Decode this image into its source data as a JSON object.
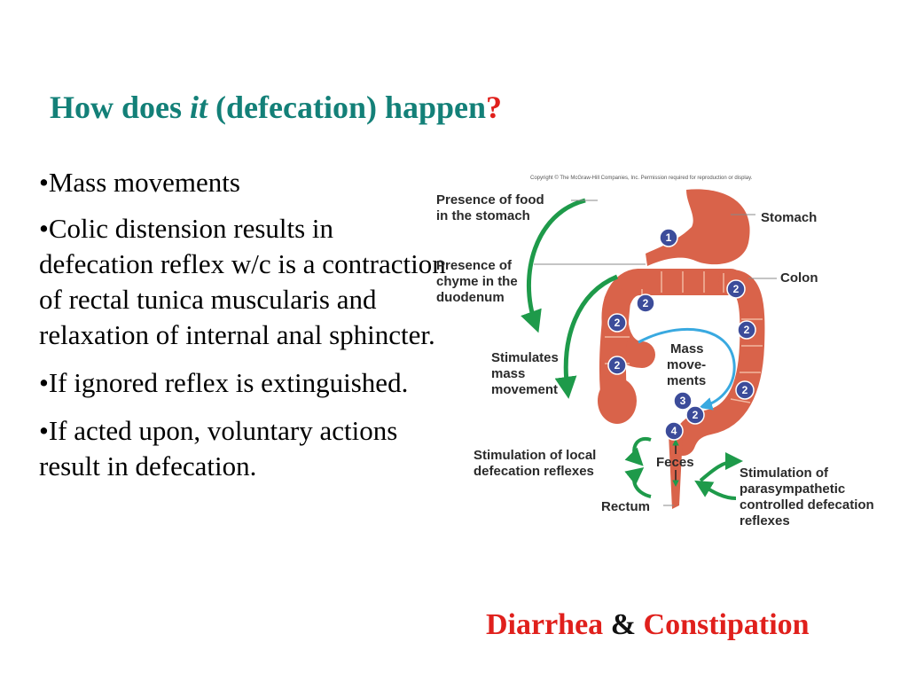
{
  "title": {
    "prefix": "How does ",
    "italic": "it",
    "suffix": " (defecation) happen",
    "mark": "?"
  },
  "bullets": [
    "•Mass movements",
    "•Colic distension  results in defecation reflex w/c is a contraction of rectal tunica muscularis and relaxation of internal anal sphincter.",
    "•If ignored reflex is extinguished.",
    "•If acted upon, voluntary actions result in defecation."
  ],
  "figure": {
    "copyright": "Copyright © The McGraw-Hill Companies, Inc. Permission required for reproduction or display.",
    "labels": {
      "food_1": "Presence of food",
      "food_2": "in the stomach",
      "chyme_1": "Presence of",
      "chyme_2": "chyme in the",
      "chyme_3": "duodenum",
      "stim_1": "Stimulates",
      "stim_2": "mass",
      "stim_3": "movement",
      "stomach": "Stomach",
      "colon": "Colon",
      "mass_1": "Mass",
      "mass_2": "move-",
      "mass_3": "ments",
      "local_1": "Stimulation of local",
      "local_2": "defecation reflexes",
      "feces": "Feces",
      "rectum": "Rectum",
      "para_1": "Stimulation of",
      "para_2": "parasympathetic",
      "para_3": "controlled defecation",
      "para_4": "reflexes"
    },
    "steps": [
      "1",
      "2",
      "2",
      "2",
      "2",
      "2",
      "2",
      "2",
      "3",
      "4"
    ]
  },
  "footer": {
    "word1": "Diarrhea",
    "amp": "&",
    "word2": "Constipation"
  },
  "colors": {
    "title": "#138078",
    "accent_red": "#e0201c",
    "arrow_green": "#1e9a4a",
    "mass_arrow": "#39a9e0",
    "step_circle": "#3c4c9a",
    "organ": "#d9634a"
  }
}
